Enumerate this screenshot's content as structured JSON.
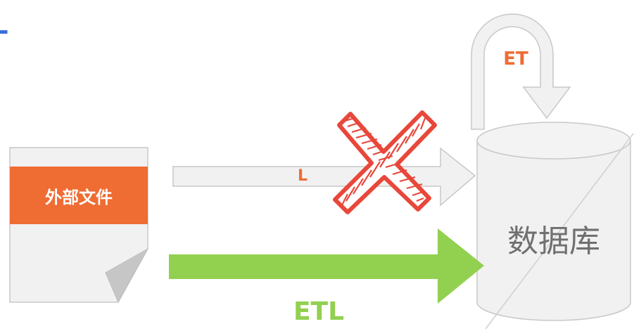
{
  "title_fragment": "L",
  "external_file": {
    "label": "外部文件"
  },
  "arrow_load": {
    "label": "L",
    "status": "rejected"
  },
  "arrow_etl": {
    "label": "ETL"
  },
  "loop_arrow": {
    "label": "ET"
  },
  "database": {
    "label": "数据库"
  },
  "colors": {
    "accent_orange": "#ef6c33",
    "green": "#92d050",
    "reject_red": "#e8473a",
    "gray_fill": "#f1f1f1",
    "gray_stroke": "#c8c8c8",
    "blue_title": "#3a6fd8",
    "text_gray": "#707070"
  },
  "icons": [
    "document-icon",
    "database-icon",
    "cross-icon",
    "arrow-icon",
    "loop-arrow-icon"
  ]
}
